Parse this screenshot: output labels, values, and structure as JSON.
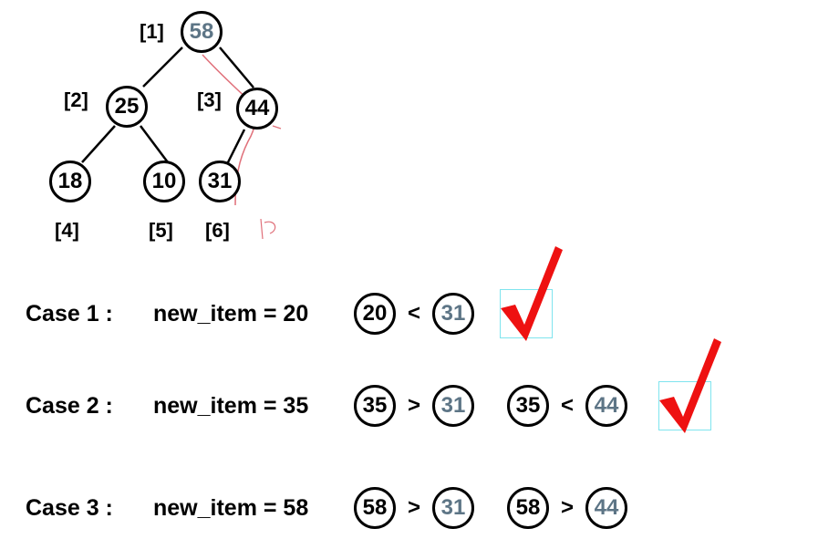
{
  "tree": {
    "nodes": [
      {
        "value": "58",
        "index": "[1]"
      },
      {
        "value": "25",
        "index": "[2]"
      },
      {
        "value": "44",
        "index": "[3]"
      },
      {
        "value": "18",
        "index": "[4]"
      },
      {
        "value": "10",
        "index": "[5]"
      },
      {
        "value": "31",
        "index": "[6]"
      }
    ]
  },
  "cases": [
    {
      "label": "Case 1 :",
      "expr": "new_item = 20",
      "compare1": {
        "left": "20",
        "op": "<",
        "right": "31"
      }
    },
    {
      "label": "Case 2 :",
      "expr": "new_item = 35",
      "compare1": {
        "left": "35",
        "op": ">",
        "right": "31"
      },
      "compare2": {
        "left": "35",
        "op": "<",
        "right": "44"
      }
    },
    {
      "label": "Case 3 :",
      "expr": "new_item = 58",
      "compare1": {
        "left": "58",
        "op": ">",
        "right": "31"
      },
      "compare2": {
        "left": "58",
        "op": ">",
        "right": "44"
      }
    }
  ],
  "colors": {
    "gray_text": "#5d7586",
    "check": "#ee1111",
    "annotation": "#e0707a",
    "check_box": "#7fe4ee"
  }
}
